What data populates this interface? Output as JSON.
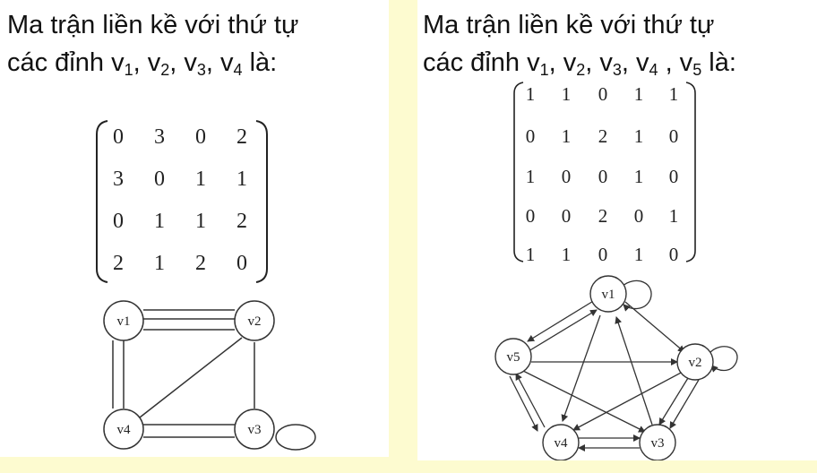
{
  "left": {
    "title_line1": "Ma trận liền kề với thứ tự",
    "title_prefix": "các đỉnh ",
    "title_vertices": [
      "1",
      "2",
      "3",
      "4"
    ],
    "title_suffix": " là:",
    "matrix": [
      [
        "0",
        "3",
        "0",
        "2"
      ],
      [
        "3",
        "0",
        "1",
        "1"
      ],
      [
        "0",
        "1",
        "1",
        "2"
      ],
      [
        "2",
        "1",
        "2",
        "0"
      ]
    ],
    "nodes": [
      "v1",
      "v2",
      "v3",
      "v4"
    ]
  },
  "right": {
    "title_line1": "Ma trận liền kề với thứ tự",
    "title_prefix": "các đỉnh ",
    "title_vertices": [
      "1",
      "2",
      "3",
      "4",
      "5"
    ],
    "title_suffix": " là:",
    "matrix": [
      [
        "1",
        "1",
        "0",
        "1",
        "1"
      ],
      [
        "0",
        "1",
        "2",
        "1",
        "0"
      ],
      [
        "1",
        "0",
        "0",
        "1",
        "0"
      ],
      [
        "0",
        "0",
        "2",
        "0",
        "1"
      ],
      [
        "1",
        "1",
        "0",
        "1",
        "0"
      ]
    ],
    "nodes": [
      "v1",
      "v2",
      "v3",
      "v4",
      "v5"
    ]
  },
  "colors": {
    "background": "#fdfbd0",
    "panel": "#ffffff",
    "text": "#111111"
  }
}
